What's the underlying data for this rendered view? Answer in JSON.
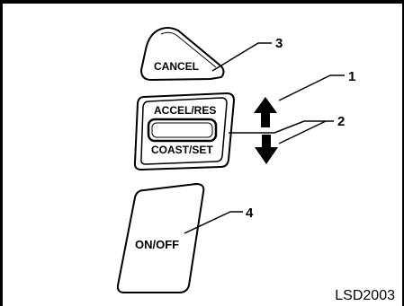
{
  "buttons": {
    "cancel": "CANCEL",
    "accel_res": "ACCEL/RES",
    "coast_set": "COAST/SET",
    "on_off": "ON/OFF"
  },
  "callouts": [
    "1",
    "2",
    "3",
    "4"
  ],
  "figure_code": "LSD2003",
  "colors": {
    "line": "#000000",
    "background": "#ffffff"
  },
  "icons": [
    "arrow-up-icon",
    "arrow-down-icon"
  ]
}
